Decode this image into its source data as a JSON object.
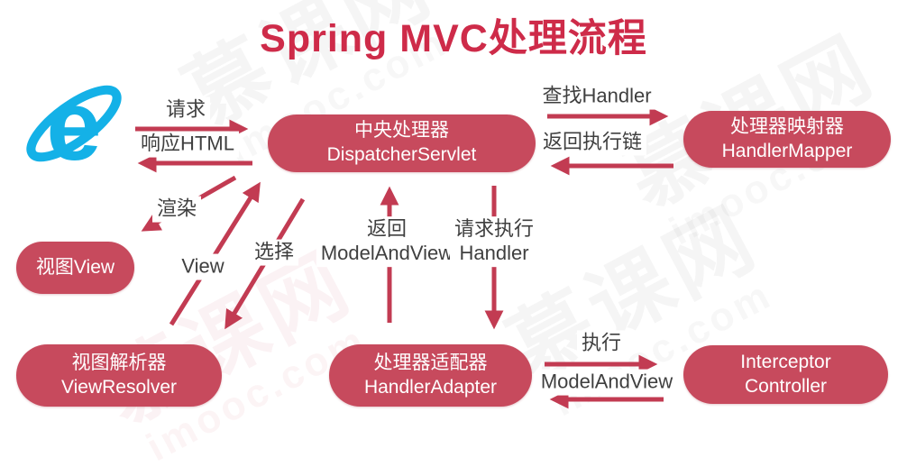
{
  "title": "Spring MVC处理流程",
  "nodes": [
    {
      "id": "dispatcher-servlet",
      "line1": "中央处理器",
      "line2": "DispatcherServlet"
    },
    {
      "id": "handler-mapper",
      "line1": "处理器映射器",
      "line2": "HandlerMapper"
    },
    {
      "id": "view",
      "line1": "视图View",
      "line2": ""
    },
    {
      "id": "view-resolver",
      "line1": "视图解析器",
      "line2": "ViewResolver"
    },
    {
      "id": "handler-adapter",
      "line1": "处理器适配器",
      "line2": "HandlerAdapter"
    },
    {
      "id": "interceptor-controller",
      "line1": "Interceptor",
      "line2": "Controller"
    }
  ],
  "edges": {
    "request": "请求",
    "response_html": "响应HTML",
    "find_handler": "查找Handler",
    "return_exec_chain": "返回执行链",
    "render": "渲染",
    "view": "View",
    "select": "选择",
    "return_mav_line1": "返回",
    "return_mav_line2": "ModelAndView",
    "request_exec_line1": "请求执行",
    "request_exec_line2": "Handler",
    "execute": "执行",
    "model_and_view": "ModelAndView"
  },
  "browser": {
    "name": "Internet Explorer"
  },
  "watermark": {
    "cn": "慕课网",
    "en": "imooc.com"
  },
  "colors": {
    "node_fill": "#c74a5d",
    "arrow": "#c23b52",
    "title": "#ce2b49",
    "label_text": "#3f3f3f",
    "ie_blue": "#14b1e7"
  }
}
